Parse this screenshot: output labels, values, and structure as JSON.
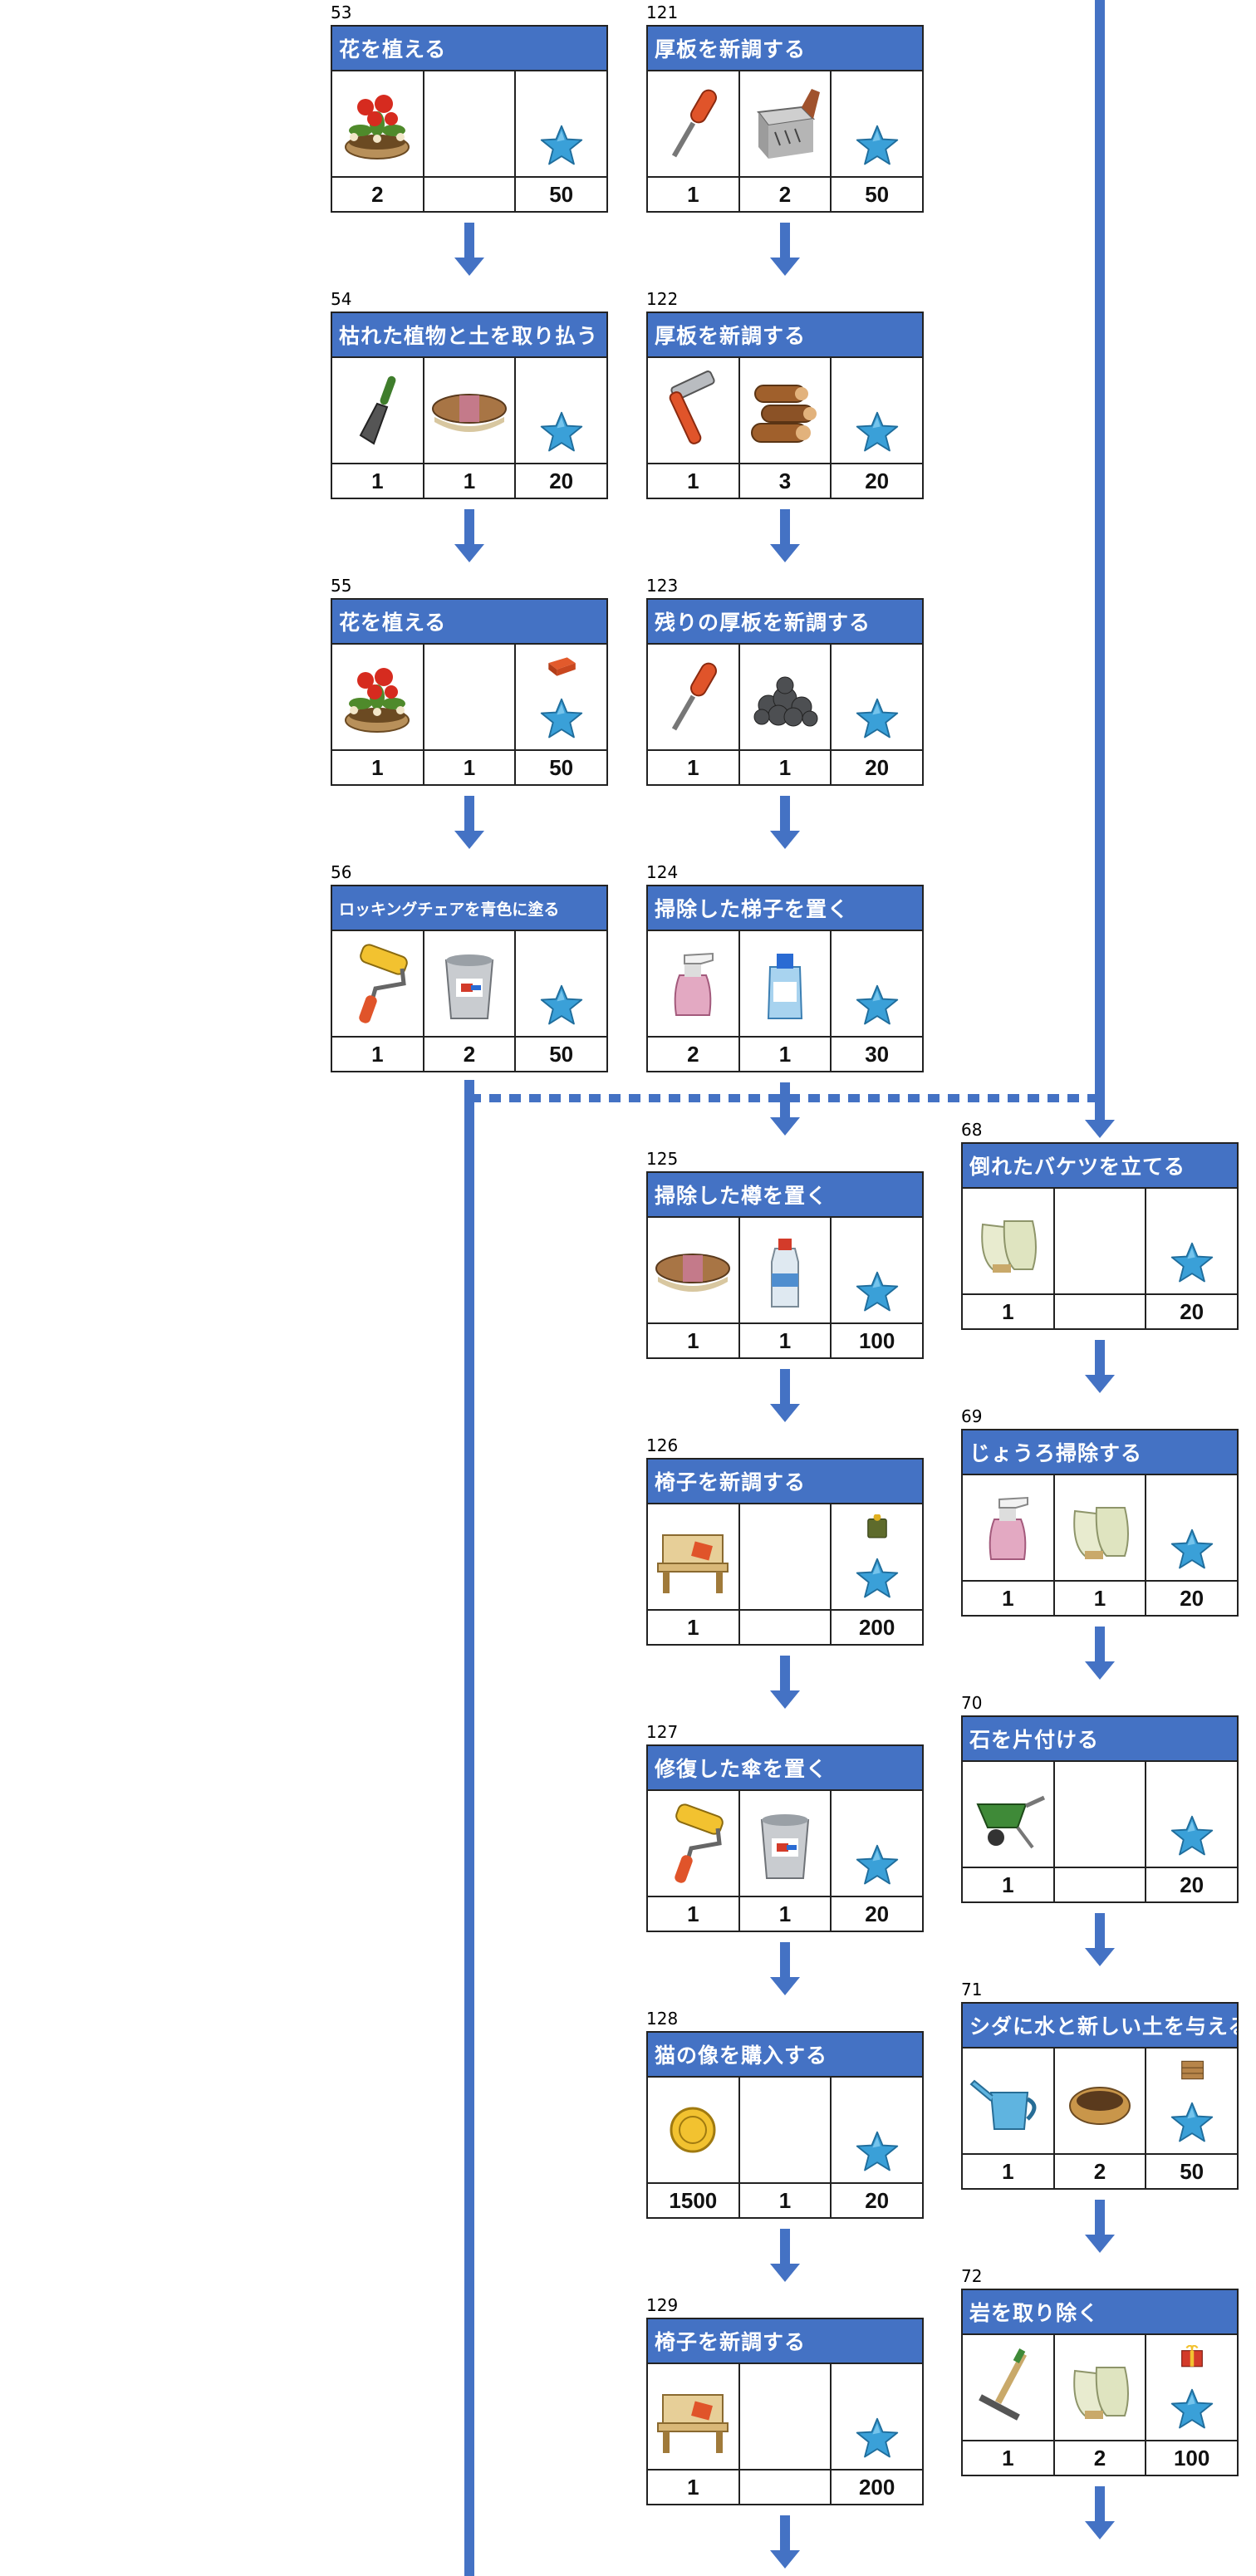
{
  "columns": [
    {
      "cards": [
        {
          "num": "53",
          "title": "花を植える",
          "items": [
            {
              "icon": "flower-pot-icon",
              "val": "2"
            },
            {
              "icon": null,
              "val": ""
            },
            {
              "icon": "star-icon",
              "val": "50"
            }
          ]
        },
        {
          "num": "54",
          "title": "枯れた植物と土を取り払う",
          "items": [
            {
              "icon": "trowel-icon",
              "val": "1"
            },
            {
              "icon": "brush-icon",
              "val": "1"
            },
            {
              "icon": "star-icon",
              "val": "20"
            }
          ]
        },
        {
          "num": "55",
          "title": "花を植える",
          "items": [
            {
              "icon": "flower-pot-icon",
              "val": "1"
            },
            {
              "icon": null,
              "val": "1"
            },
            {
              "icon": "brick-star-icon",
              "val": "50"
            }
          ]
        },
        {
          "num": "56",
          "title": "ロッキングチェアを青色に塗る",
          "small": true,
          "items": [
            {
              "icon": "paint-roller-icon",
              "val": "1"
            },
            {
              "icon": "paint-bucket-icon",
              "val": "2"
            },
            {
              "icon": "star-icon",
              "val": "50"
            }
          ]
        }
      ]
    },
    {
      "cards": [
        {
          "num": "121",
          "title": "厚板を新調する",
          "items": [
            {
              "icon": "screwdriver-icon",
              "val": "1"
            },
            {
              "icon": "nail-box-icon",
              "val": "2"
            },
            {
              "icon": "star-icon",
              "val": "50"
            }
          ]
        },
        {
          "num": "122",
          "title": "厚板を新調する",
          "items": [
            {
              "icon": "hammer-icon",
              "val": "1"
            },
            {
              "icon": "logs-icon",
              "val": "3"
            },
            {
              "icon": "star-icon",
              "val": "20"
            }
          ]
        },
        {
          "num": "123",
          "title": "残りの厚板を新調する",
          "items": [
            {
              "icon": "screwdriver-icon",
              "val": "1"
            },
            {
              "icon": "gravel-icon",
              "val": "1"
            },
            {
              "icon": "star-icon",
              "val": "20"
            }
          ]
        },
        {
          "num": "124",
          "title": "掃除した梯子を置く",
          "items": [
            {
              "icon": "spray-bottle-icon",
              "val": "2"
            },
            {
              "icon": "detergent-bottle-icon",
              "val": "1"
            },
            {
              "icon": "star-icon",
              "val": "30"
            }
          ]
        },
        {
          "num": "125",
          "title": "掃除した樽を置く",
          "items": [
            {
              "icon": "brush-icon",
              "val": "1"
            },
            {
              "icon": "water-bottle-icon",
              "val": "1"
            },
            {
              "icon": "star-icon",
              "val": "100"
            }
          ]
        },
        {
          "num": "126",
          "title": "椅子を新調する",
          "items": [
            {
              "icon": "bench-icon",
              "val": "1"
            },
            {
              "icon": null,
              "val": ""
            },
            {
              "icon": "can-star-icon",
              "val": "200"
            }
          ]
        },
        {
          "num": "127",
          "title": "修復した傘を置く",
          "items": [
            {
              "icon": "paint-roller-icon",
              "val": "1"
            },
            {
              "icon": "paint-bucket-icon",
              "val": "1"
            },
            {
              "icon": "star-icon",
              "val": "20"
            }
          ]
        },
        {
          "num": "128",
          "title": "猫の像を購入する",
          "items": [
            {
              "icon": "coin-icon",
              "val": "1500"
            },
            {
              "icon": null,
              "val": "1"
            },
            {
              "icon": "star-icon",
              "val": "20"
            }
          ]
        },
        {
          "num": "129",
          "title": "椅子を新調する",
          "items": [
            {
              "icon": "bench-icon",
              "val": "1"
            },
            {
              "icon": null,
              "val": ""
            },
            {
              "icon": "star-icon",
              "val": "200"
            }
          ]
        }
      ]
    },
    {
      "cards": [
        {
          "num": "68",
          "title": "倒れたバケツを立てる",
          "items": [
            {
              "icon": "gloves-icon",
              "val": "1"
            },
            {
              "icon": null,
              "val": ""
            },
            {
              "icon": "star-icon",
              "val": "20"
            }
          ]
        },
        {
          "num": "69",
          "title": "じょうろ掃除する",
          "items": [
            {
              "icon": "spray-bottle-icon",
              "val": "1"
            },
            {
              "icon": "gloves-icon",
              "val": "1"
            },
            {
              "icon": "star-icon",
              "val": "20"
            }
          ]
        },
        {
          "num": "70",
          "title": "石を片付ける",
          "items": [
            {
              "icon": "wheelbarrow-icon",
              "val": "1"
            },
            {
              "icon": null,
              "val": ""
            },
            {
              "icon": "star-icon",
              "val": "20"
            }
          ]
        },
        {
          "num": "71",
          "title": "シダに水と新しい土を与える",
          "items": [
            {
              "icon": "watering-can-icon",
              "val": "1"
            },
            {
              "icon": "soil-pot-icon",
              "val": "2"
            },
            {
              "icon": "crate-star-icon",
              "val": "50"
            }
          ]
        },
        {
          "num": "72",
          "title": "岩を取り除く",
          "items": [
            {
              "icon": "rake-icon",
              "val": "1"
            },
            {
              "icon": "gloves-icon",
              "val": "2"
            },
            {
              "icon": "gift-star-icon",
              "val": "100"
            }
          ]
        }
      ]
    }
  ],
  "colors": {
    "header": "#4472c4",
    "arrow": "#4472c4",
    "star": "#3aa0d8"
  }
}
